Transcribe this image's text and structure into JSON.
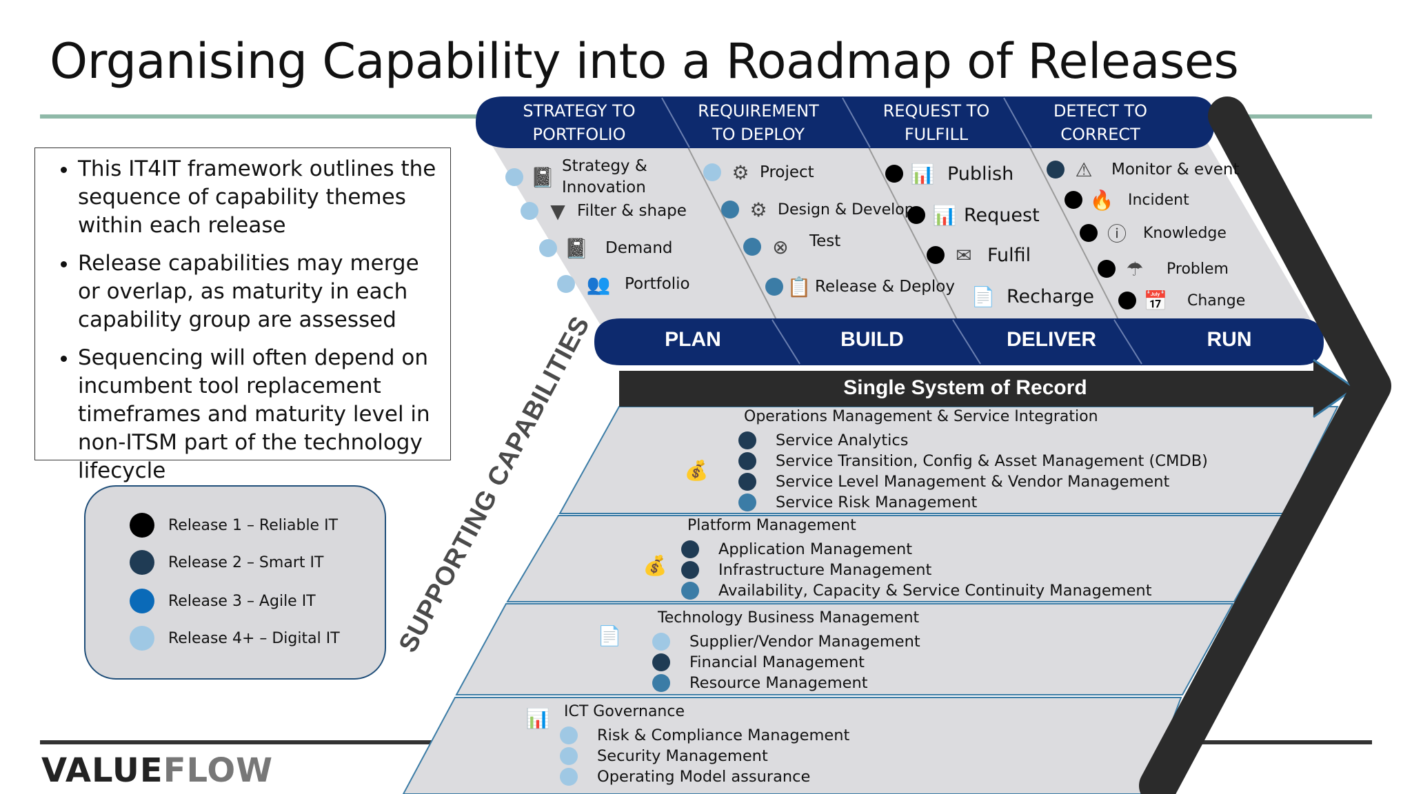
{
  "title": "Organising Capability into a Roadmap of Releases",
  "bullets": [
    "This IT4IT framework outlines the sequence of capability themes within each release",
    "Release capabilities may merge or overlap, as maturity in each capability group are assessed",
    "Sequencing will often depend on incumbent tool replacement timeframes and maturity level in non-ITSM part of the technology lifecycle"
  ],
  "legend": [
    {
      "label": "Release 1 – Reliable IT",
      "color": "#000000"
    },
    {
      "label": "Release 2 – Smart IT",
      "color": "#1f3b54"
    },
    {
      "label": "Release 3  – Agile IT",
      "color": "#0a6ab8"
    },
    {
      "label": "Release 4+ – Digital IT",
      "color": "#9fc8e4"
    }
  ],
  "headers": [
    {
      "line1": "STRATEGY TO",
      "line2": "PORTFOLIO"
    },
    {
      "line1": "REQUIREMENT",
      "line2": "TO DEPLOY"
    },
    {
      "line1": "REQUEST TO",
      "line2": "FULFILL"
    },
    {
      "line1": "DETECT TO",
      "line2": "CORRECT"
    }
  ],
  "phases": [
    "PLAN",
    "BUILD",
    "DELIVER",
    "RUN"
  ],
  "columns": {
    "strategy": [
      {
        "label": "Strategy &\nInnovation",
        "icon": "notebook-icon",
        "dot": "#9fc8e4"
      },
      {
        "label": "Filter & shape",
        "icon": "filter-icon",
        "dot": "#9fc8e4"
      },
      {
        "label": "Demand",
        "icon": "notebook-icon",
        "dot": "#9fc8e4"
      },
      {
        "label": "Portfolio",
        "icon": "people-icon",
        "dot": "#9fc8e4"
      }
    ],
    "requirement": [
      {
        "label": "Project",
        "icon": "gears-icon",
        "dot": "#9fc8e4"
      },
      {
        "label": "Design & Develop",
        "icon": "gears-icon",
        "dot": "#3b7ca6"
      },
      {
        "label": "Test",
        "icon": "close-circle-icon",
        "dot": "#3b7ca6"
      },
      {
        "label": "Release & Deploy",
        "icon": "checklist-icon",
        "dot": "#3b7ca6"
      }
    ],
    "request": [
      {
        "label": "Publish",
        "icon": "presentation-icon",
        "dot": "#000000"
      },
      {
        "label": "Request",
        "icon": "presentation-icon",
        "dot": "#000000"
      },
      {
        "label": "Fulfil",
        "icon": "envelope-icon",
        "dot": "#000000"
      },
      {
        "label": "Recharge",
        "icon": "document-icon",
        "dot": ""
      }
    ],
    "detect": [
      {
        "label": "Monitor & event",
        "icon": "warning-icon",
        "dot": "#1f3b54"
      },
      {
        "label": "Incident",
        "icon": "fire-icon",
        "dot": "#000000"
      },
      {
        "label": "Knowledge",
        "icon": "info-icon",
        "dot": "#000000"
      },
      {
        "label": "Problem",
        "icon": "umbrella-icon",
        "dot": "#000000"
      },
      {
        "label": "Change",
        "icon": "calendar-icon",
        "dot": "#000000"
      }
    ]
  },
  "arrow_label": "Single System of Record",
  "side_label": "SUPPORTING CAPABILITIES",
  "bands": [
    {
      "title": "Operations Management & Service Integration",
      "icon": "money-icon",
      "items": [
        {
          "label": "Service Analytics",
          "dot": "#1f3b54"
        },
        {
          "label": "Service Transition, Config & Asset Management (CMDB)",
          "dot": "#1f3b54"
        },
        {
          "label": "Service Level Management & Vendor Management",
          "dot": "#1f3b54"
        },
        {
          "label": "Service Risk Management",
          "dot": "#3b7ca6"
        }
      ]
    },
    {
      "title": "Platform Management",
      "icon": "money-icon",
      "items": [
        {
          "label": "Application Management",
          "dot": "#1f3b54"
        },
        {
          "label": "Infrastructure Management",
          "dot": "#1f3b54"
        },
        {
          "label": "Availability, Capacity & Service Continuity Management",
          "dot": "#3b7ca6"
        }
      ]
    },
    {
      "title": "Technology Business Management",
      "icon": "document-icon",
      "items": [
        {
          "label": "Supplier/Vendor Management",
          "dot": "#9fc8e4"
        },
        {
          "label": "Financial Management",
          "dot": "#1f3b54"
        },
        {
          "label": "Resource Management",
          "dot": "#3b7ca6"
        }
      ]
    },
    {
      "title": "ICT Governance",
      "icon": "bar-chart-icon",
      "items": [
        {
          "label": "Risk & Compliance Management",
          "dot": "#9fc8e4"
        },
        {
          "label": "Security Management",
          "dot": "#9fc8e4"
        },
        {
          "label": "Operating Model assurance",
          "dot": "#9fc8e4"
        }
      ]
    }
  ],
  "logo": {
    "part1": "VALUE",
    "part2": "FLOW"
  },
  "colors": {
    "navy": "#0d2a6e",
    "band": "#dcdcdf",
    "chevron": "#2b2b2b",
    "rule": "#8fb9a8"
  }
}
